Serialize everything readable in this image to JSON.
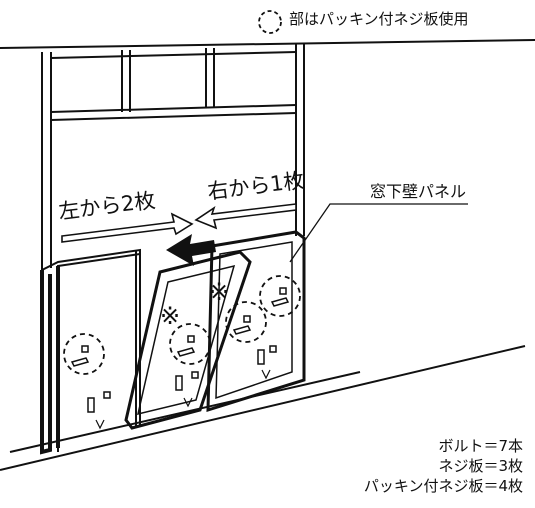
{
  "legend": {
    "text": "部はパッキン付ネジ板使用"
  },
  "labels": {
    "panel": "窓下壁パネル",
    "from_left": "左から2枚",
    "from_right": "右から1枚",
    "note_mark": "※"
  },
  "totals": {
    "bolts": "ボルト＝7本",
    "screw_plates": "ネジ板＝3枚",
    "packing_plates": "パッキン付ネジ板＝4枚"
  },
  "colors": {
    "line": "#111111",
    "arrow_fill": "#ffffff",
    "accent": "#111111"
  }
}
